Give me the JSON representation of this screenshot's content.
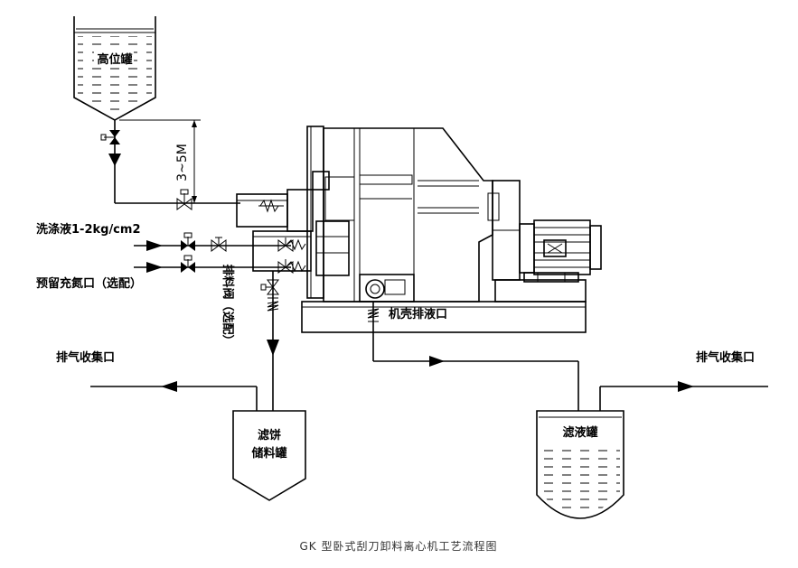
{
  "labels": {
    "high_tank": "高位罐",
    "height_dim": "3~5M",
    "wash_liquid": "洗涤液1-2kg/cm2",
    "nitrogen": "预留充氮口（选配）",
    "discharge_valve": "排料阀（选配）",
    "casing_drain": "机壳排液口",
    "exhaust_left": "排气收集口",
    "exhaust_right": "排气收集口",
    "cake_tank_line1": "滤饼",
    "cake_tank_line2": "储料罐",
    "filtrate_tank": "滤液罐"
  },
  "caption": "GK 型卧式刮刀卸料离心机工艺流程图"
}
